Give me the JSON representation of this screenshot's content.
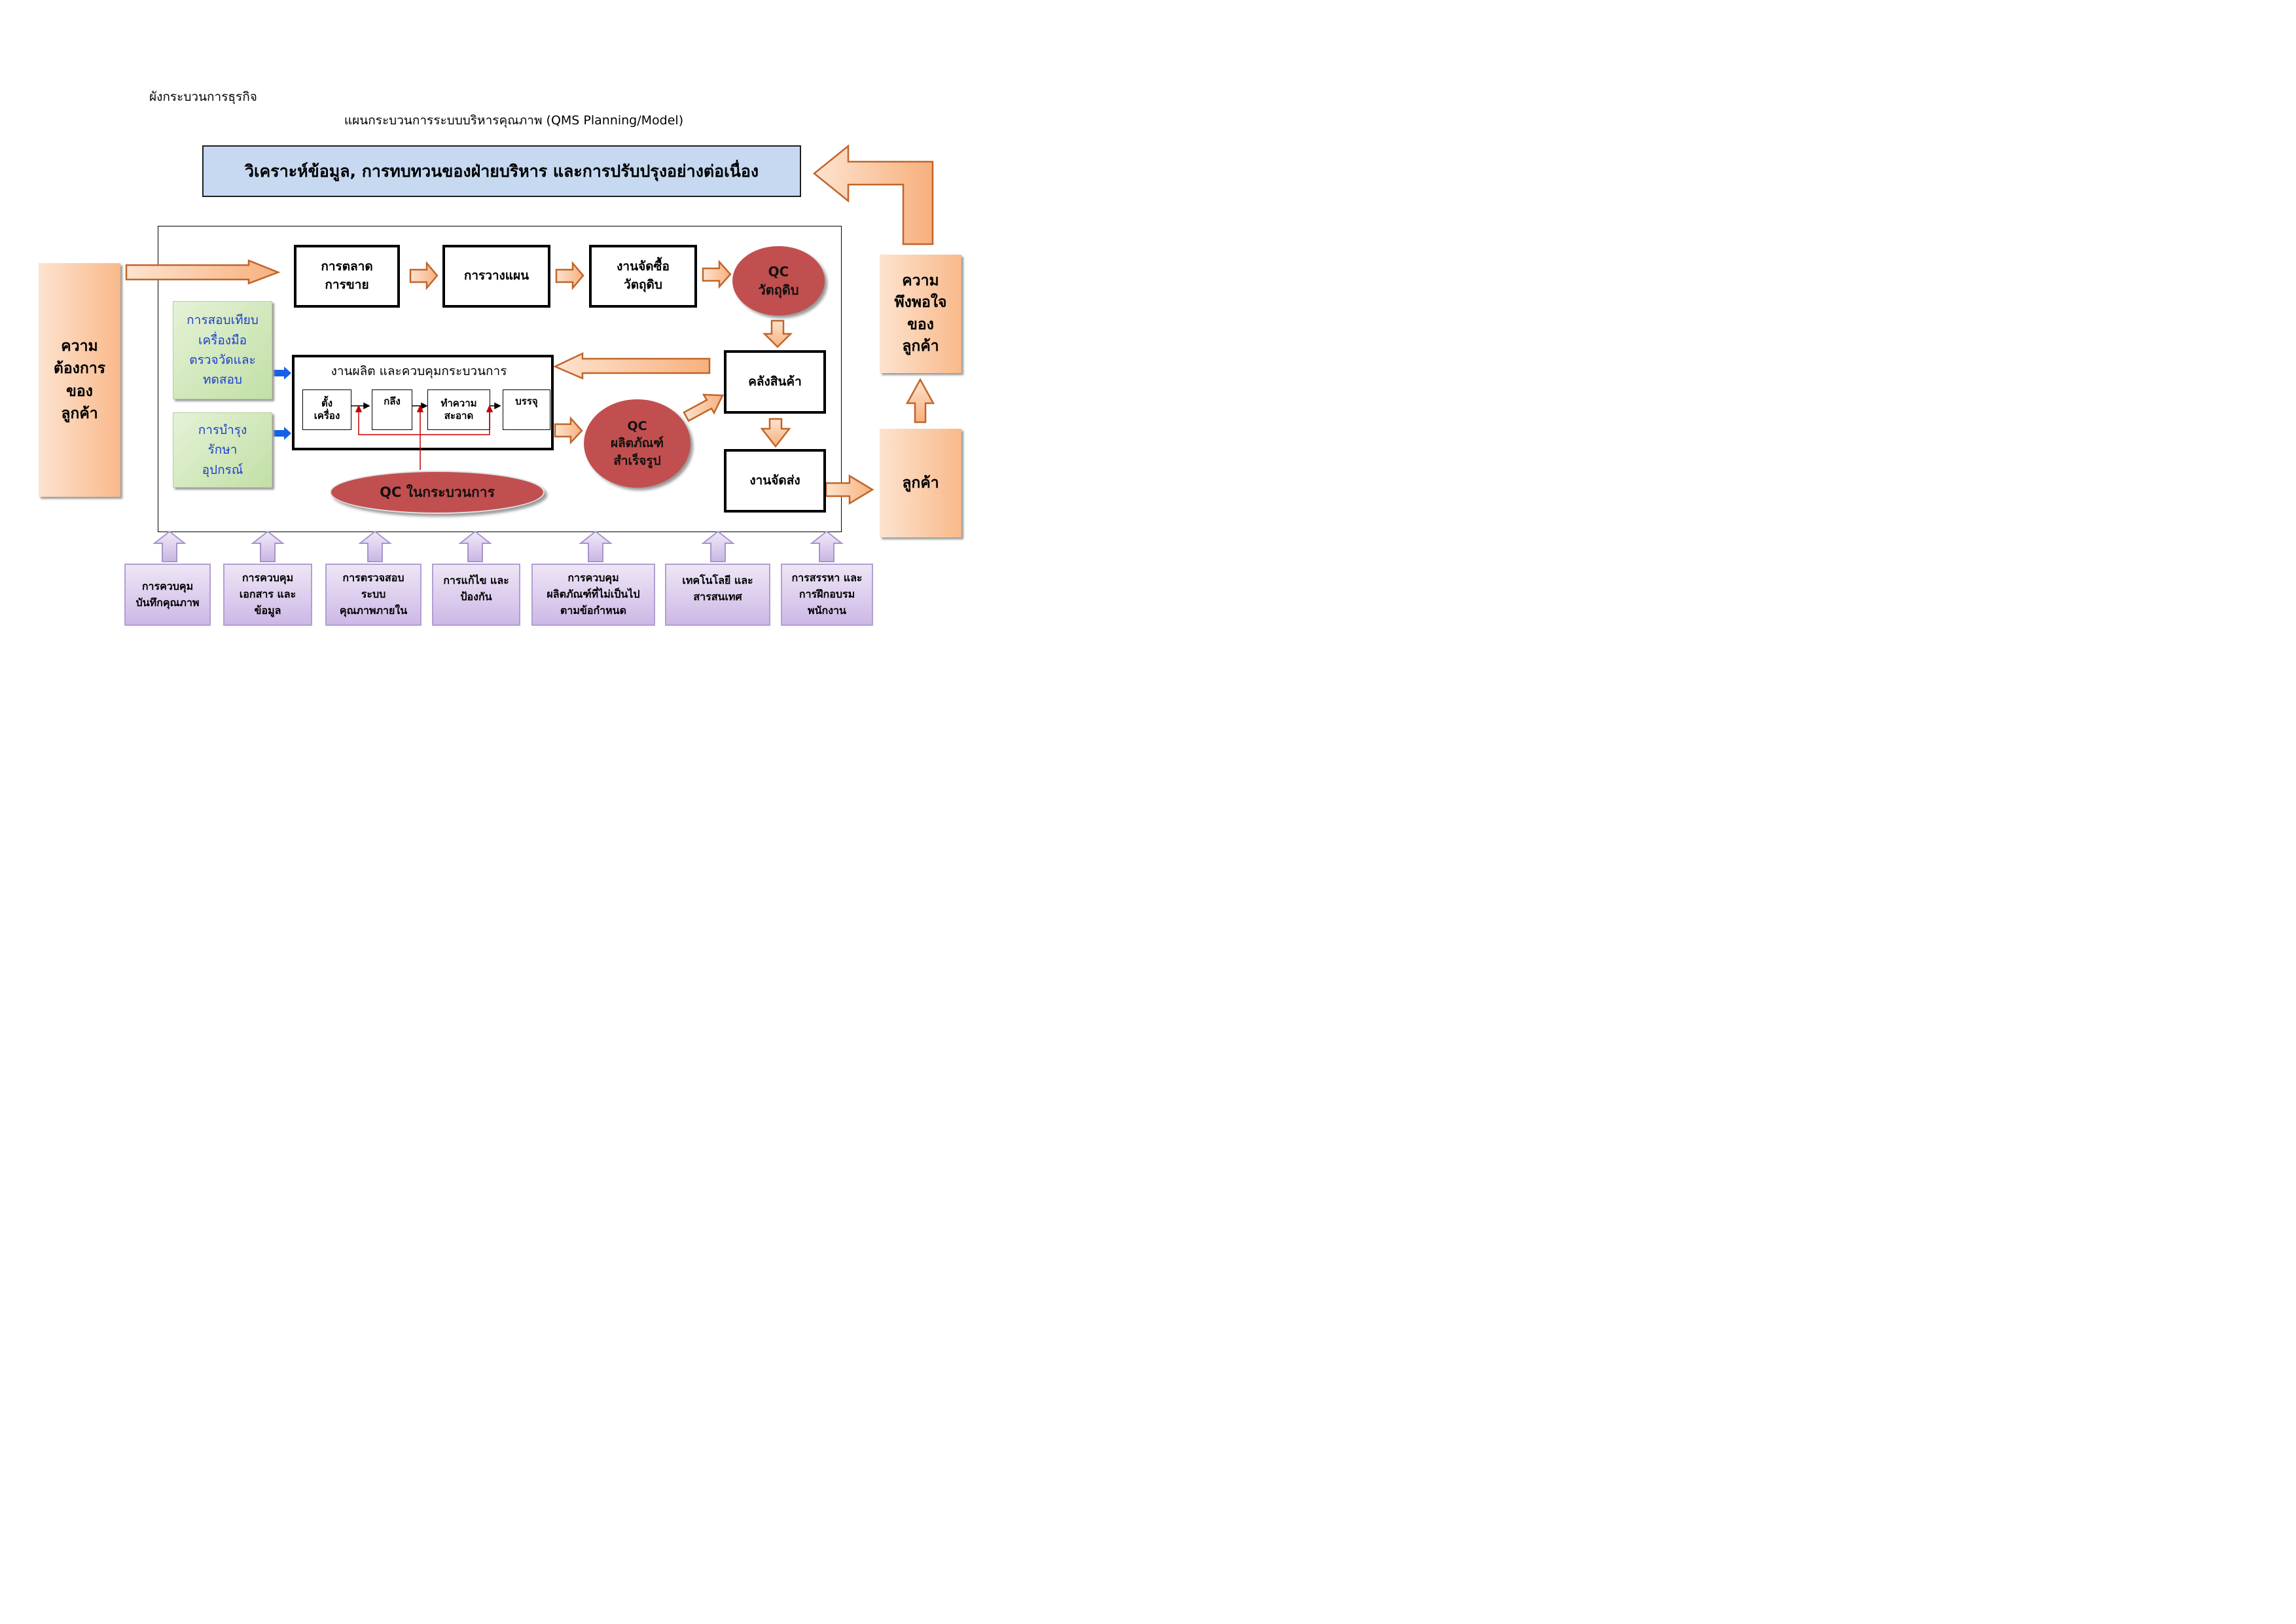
{
  "header": {
    "caption": "ผังกระบวนการธุรกิจ",
    "title": "แผนกระบวนการระบบบริหารคุณภาพ (QMS Planning/Model)"
  },
  "review_box": "วิเคราะห์ข้อมูล, การทบทวนของฝ่ายบริหาร และการปรับปรุงอย่างต่อเนื่อง",
  "customer_requirements": [
    "ความ",
    "ต้องการ",
    "ของ",
    "ลูกค้า"
  ],
  "customer_satisfaction": [
    "ความ",
    "พึงพอใจ",
    "ของ",
    "ลูกค้า"
  ],
  "customer": "ลูกค้า",
  "top_flow": {
    "marketing": [
      "การตลาด",
      "การขาย"
    ],
    "planning": "การวางแผน",
    "purchasing": [
      "งานจัดซื้อ",
      "วัตถุดิบ"
    ],
    "qc_raw": [
      "QC",
      "วัตถุดิบ"
    ]
  },
  "support": {
    "calibration": [
      "การสอบเทียบ",
      "เครื่องมือ",
      "ตรวจวัดและ",
      "ทดสอบ"
    ],
    "maintenance": [
      "การบำรุง",
      "รักษา",
      "อุปกรณ์"
    ]
  },
  "production": {
    "title": "งานผลิต และควบคุมกระบวนการ",
    "steps": [
      [
        "ตั้ง",
        "เครื่อง"
      ],
      [
        "กลึง"
      ],
      [
        "ทำความ",
        "สะอาด"
      ],
      [
        "บรรจุ"
      ]
    ]
  },
  "qc_process": "QC ในกระบวนการ",
  "qc_finished": [
    "QC",
    "ผลิตภัณฑ์",
    "สำเร็จรูป"
  ],
  "warehouse": "คลังสินค้า",
  "delivery": "งานจัดส่ง",
  "bottom": [
    [
      "การควบคุม",
      "บันทึกคุณภาพ"
    ],
    [
      "การควบคุม",
      "เอกสาร และ",
      "ข้อมูล"
    ],
    [
      "การตรวจสอบ",
      "ระบบ",
      "คุณภาพภายใน"
    ],
    [
      "การแก้ไข และ",
      "ป้องกัน"
    ],
    [
      "การควบคุม",
      "ผลิตภัณฑ์ที่ไม่เป็นไป",
      "ตามข้อกำหนด"
    ],
    [
      "เทคโนโลยี และ",
      "สารสนเทศ"
    ],
    [
      "การสรรหา และ",
      "การฝึกอบรม",
      "พนักงาน"
    ]
  ],
  "colors": {
    "review_fill": "#c6d9f1",
    "orange_fill": "#f9b98a",
    "orange_stroke": "#c0652a",
    "qc_fill": "#c24f4f",
    "support_fill": "#d7eac3",
    "support_text": "#1c3fd0",
    "bottom_fill": "#d9ccec",
    "bottom_stroke": "#b19fd2",
    "feedback_line": "#c00000",
    "blue_arrow": "#1460e8"
  },
  "icons": [
    "arrow-right",
    "arrow-down",
    "arrow-up",
    "arrow-left",
    "elbow-arrow"
  ]
}
